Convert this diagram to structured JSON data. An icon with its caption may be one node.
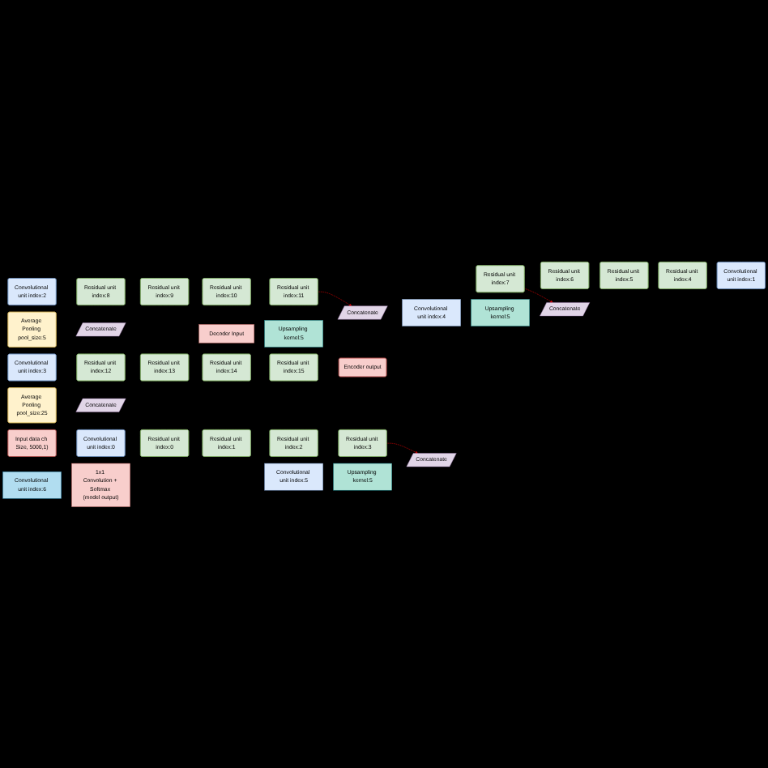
{
  "diagram": {
    "nodes": [
      {
        "text": [
          "Input data ch Size, 5000,1)"
        ]
      },
      {
        "text": [
          "Convolutional unit index:0"
        ]
      },
      {
        "text": [
          "Residual unit index:0"
        ]
      },
      {
        "text": [
          "Residual unit index:1"
        ]
      },
      {
        "text": [
          "Residual unit index:2"
        ]
      },
      {
        "text": [
          "Residual unit index:3"
        ]
      },
      {
        "text": [
          "Residual unit index:7"
        ]
      },
      {
        "text": [
          "Residual unit index:6"
        ]
      },
      {
        "text": [
          "Residual unit index:5"
        ]
      },
      {
        "text": [
          "Residual unit index:4"
        ]
      },
      {
        "text": [
          "Convolutional unit index:1"
        ]
      },
      {
        "text": [
          "Average Pooling pool_size:5"
        ]
      },
      {
        "text": [
          "Concatenate"
        ]
      },
      {
        "text": [
          "Convolutional unit index:2"
        ]
      },
      {
        "text": [
          "Residual unit index:8"
        ]
      },
      {
        "text": [
          "Residual unit index:9"
        ]
      },
      {
        "text": [
          "Residual unit index:10"
        ]
      },
      {
        "text": [
          "Residual unit index:11"
        ]
      },
      {
        "text": [
          "Average Pooling pool_size:25"
        ]
      },
      {
        "text": [
          "Concatenate"
        ]
      },
      {
        "text": [
          "Convolutional unit index:3"
        ]
      },
      {
        "text": [
          "Residual unit index:12"
        ]
      },
      {
        "text": [
          "Residual unit index:13"
        ]
      },
      {
        "text": [
          "Residual unit index:14"
        ]
      },
      {
        "text": [
          "Residual unit index:15"
        ]
      },
      {
        "text": [
          "Encoder output"
        ]
      },
      {
        "text": [
          "Decoder Input"
        ]
      },
      {
        "text": [
          "Upsampling kernel:5"
        ]
      },
      {
        "text": [
          "Concatenate"
        ]
      },
      {
        "text": [
          "Convolutional unit index:4"
        ]
      },
      {
        "text": [
          "Upsampling kernel:5"
        ]
      },
      {
        "text": [
          "Concatenate"
        ]
      },
      {
        "text": [
          "Convolutional unit index:5"
        ]
      },
      {
        "text": [
          "Upsampling kernel:5"
        ]
      },
      {
        "text": [
          "Concatenate"
        ]
      },
      {
        "text": [
          "Convolutional unit index:6"
        ]
      },
      {
        "text": [
          "1x1 Convolution + Softmax (model output)"
        ]
      }
    ],
    "edges": [
      {
        "from": 5,
        "to": 34,
        "arrow": "to",
        "style": "dashed"
      },
      {
        "from": 6,
        "to": 31,
        "arrow": "to",
        "style": "dashed"
      },
      {
        "from": 17,
        "to": 28,
        "arrow": "to",
        "style": "dashed"
      }
    ]
  }
}
